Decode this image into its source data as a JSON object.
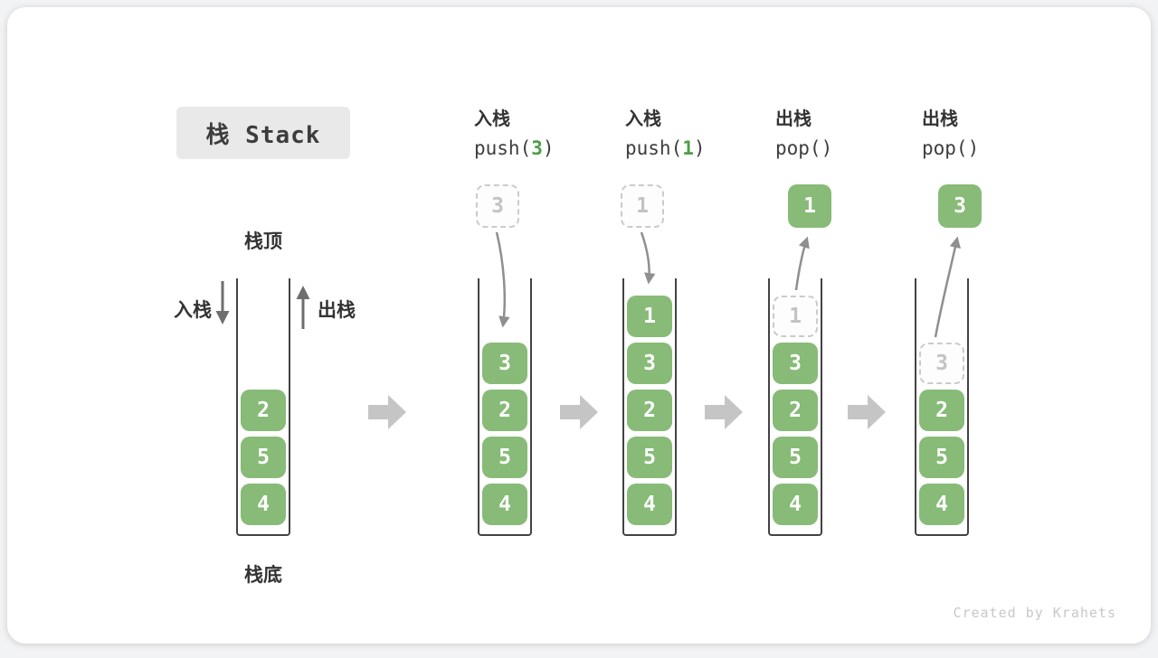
{
  "header": {
    "badge": "栈 Stack"
  },
  "labels": {
    "stack_top": "栈顶",
    "stack_bottom": "栈底",
    "push_in": "入栈",
    "pop_out": "出栈"
  },
  "columns": [
    {
      "name": "initial",
      "blocks": [
        "2",
        "5",
        "4"
      ]
    },
    {
      "name": "push-3",
      "op_label": "入栈",
      "code_pre": "push(",
      "code_arg": "3",
      "code_post": ")",
      "floating_value": "3",
      "blocks": [
        "3",
        "2",
        "5",
        "4"
      ]
    },
    {
      "name": "push-1",
      "op_label": "入栈",
      "code_pre": "push(",
      "code_arg": "1",
      "code_post": ")",
      "floating_value": "1",
      "blocks": [
        "1",
        "3",
        "2",
        "5",
        "4"
      ]
    },
    {
      "name": "pop-1",
      "op_label": "出栈",
      "code_pre": "pop(",
      "code_arg": "",
      "code_post": ")",
      "floating_value": "1",
      "ghost_value": "1",
      "blocks": [
        "3",
        "2",
        "5",
        "4"
      ]
    },
    {
      "name": "pop-3",
      "op_label": "出栈",
      "code_pre": "pop(",
      "code_arg": "",
      "code_post": ")",
      "floating_value": "3",
      "ghost_value": "3",
      "blocks": [
        "2",
        "5",
        "4"
      ]
    }
  ],
  "footer": {
    "watermark": "Created by Krahets"
  },
  "colors": {
    "block_green": "#87bb77",
    "code_arg_green": "#4d9e45",
    "ghost_border": "#cbcbcb",
    "ghost_text": "#c3c3c3",
    "container_border": "#434343",
    "curved_arrow": "#8f8f8f",
    "side_arrow": "#6e6e6e",
    "block_arrow": "#c5c5c5",
    "badge_bg": "#e9e9e9",
    "text_dark": "#333333"
  }
}
